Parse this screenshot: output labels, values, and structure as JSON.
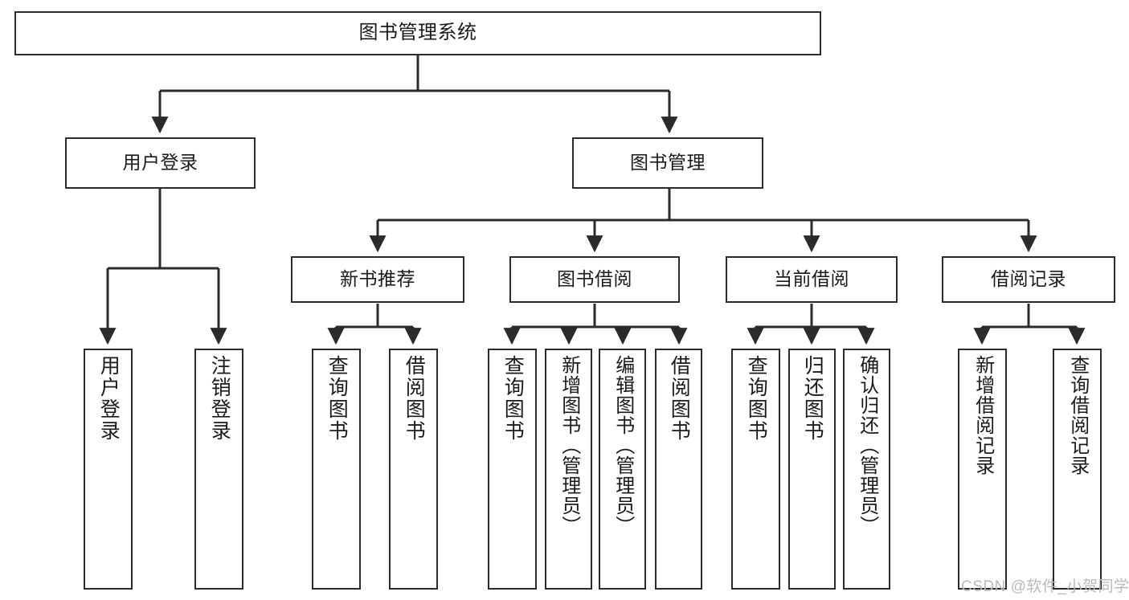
{
  "diagram": {
    "title": "图书管理系统",
    "type": "tree-structure-chart",
    "theme": {
      "stroke": "#2b2b2b",
      "fill": "#ffffff",
      "text": "#1a1a1a",
      "watermark_color": "#b9b9b9"
    },
    "nodes": {
      "root": {
        "label": "图书管理系统"
      },
      "level1": [
        {
          "label": "用户登录"
        },
        {
          "label": "图书管理"
        }
      ],
      "level2": [
        {
          "label": "新书推荐"
        },
        {
          "label": "图书借阅"
        },
        {
          "label": "当前借阅"
        },
        {
          "label": "借阅记录"
        }
      ],
      "leaves": {
        "user_login": [
          {
            "label": "用户登录"
          },
          {
            "label": "注销登录"
          }
        ],
        "new_book_recommend": [
          {
            "label": "查询图书"
          },
          {
            "label": "借阅图书"
          }
        ],
        "book_borrow": [
          {
            "label": "查询图书"
          },
          {
            "label": "新增图书（管理员）"
          },
          {
            "label": "编辑图书（管理员）"
          },
          {
            "label": "借阅图书"
          }
        ],
        "current_borrow": [
          {
            "label": "查询图书"
          },
          {
            "label": "归还图书"
          },
          {
            "label": "确认归还（管理员）"
          }
        ],
        "borrow_record": [
          {
            "label": "新增借阅记录"
          },
          {
            "label": "查询借阅记录"
          }
        ]
      }
    },
    "watermark": "CSDN @软件_小贺同学"
  }
}
